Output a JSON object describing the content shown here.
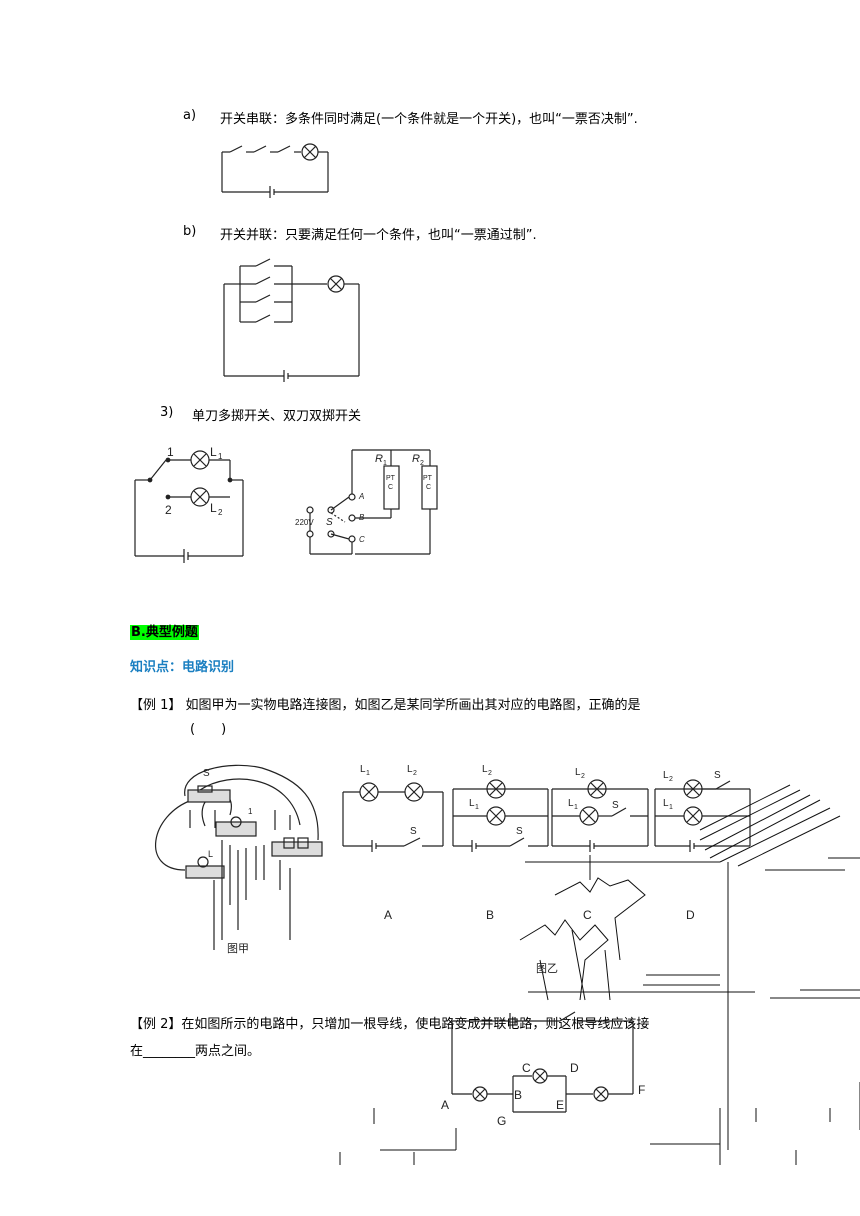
{
  "items": {
    "a": {
      "marker": "a)",
      "text": "开关串联：多条件同时满足(一个条件就是一个开关)，也叫“一票否决制”."
    },
    "b": {
      "marker": "b)",
      "text": "开关并联：只要满足任何一个条件，也叫“一票通过制”."
    },
    "three": {
      "marker": "3)",
      "text": "单刀多掷开关、双刀双掷开关"
    }
  },
  "section_b": "B.典型例题",
  "knowledge_point": "知识点：电路识别",
  "example1": {
    "line1": "【例 1】 如图甲为一实物电路连接图，如图乙是某同学所画出其对应的电路图，正确的是",
    "line2": "(　　)"
  },
  "example2": {
    "line1": "【例 2】在如图所示的电路中，只增加一根导线，使电路变成并联电路，则这根导线应该接",
    "line2": "在________两点之间。"
  },
  "figure_labels": {
    "fig_jia": "图甲",
    "fig_yi": "图乙",
    "options": [
      "A",
      "B",
      "C",
      "D"
    ]
  },
  "circuit_labels": {
    "L1": "L",
    "L2": "L",
    "sub1": "1",
    "sub2": "2",
    "S": "S",
    "one": "1",
    "two": "2",
    "R1": "R",
    "R2": "R",
    "PTC": "PT",
    "C": "C",
    "v220": "220V",
    "A": "A",
    "B": "B",
    "Cp": "C",
    "D": "D",
    "E": "E",
    "F": "F",
    "G": "G"
  }
}
